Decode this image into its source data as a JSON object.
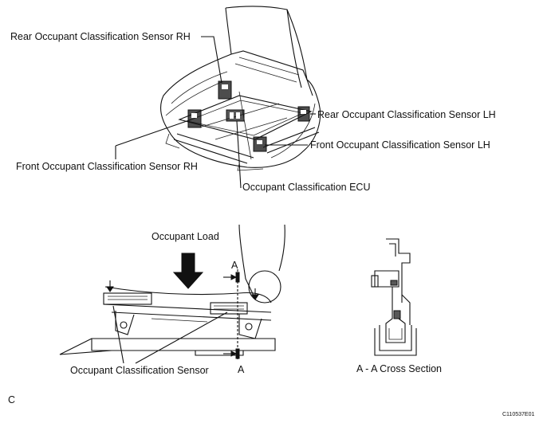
{
  "labels": {
    "rear_rh": "Rear Occupant Classification Sensor RH",
    "rear_lh": "Rear Occupant Classification Sensor LH",
    "front_lh": "Front Occupant Classification Sensor LH",
    "front_rh": "Front Occupant Classification Sensor RH",
    "ecu": "Occupant Classification ECU",
    "occupant_load": "Occupant Load",
    "section_a_top": "A",
    "section_a_bottom": "A",
    "sensor": "Occupant Classification Sensor",
    "cross_section": "A - A Cross Section",
    "figure_letter": "C",
    "figure_code": "C110537E01"
  }
}
